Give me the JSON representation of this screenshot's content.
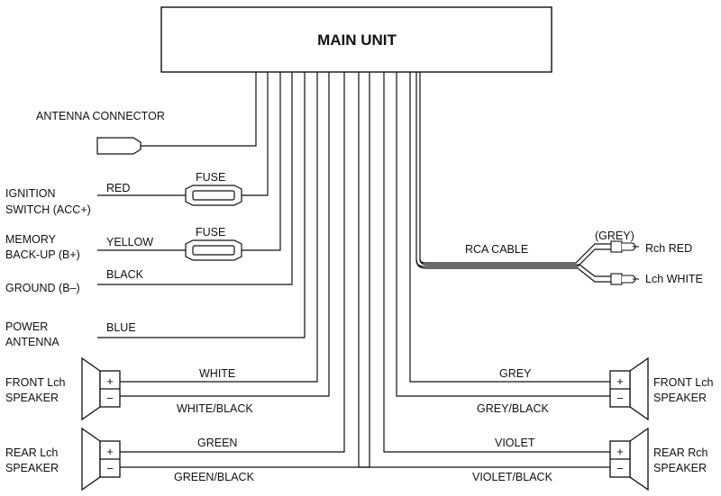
{
  "main_unit": {
    "title": "MAIN UNIT"
  },
  "left": {
    "antenna_connector": "ANTENNA CONNECTOR",
    "ignition": {
      "line1": "IGNITION",
      "line2": "SWITCH (ACC+)",
      "wire": "RED",
      "fuse": "FUSE"
    },
    "memory": {
      "line1": "MEMORY",
      "line2": "BACK-UP (B+)",
      "wire": "YELLOW",
      "fuse": "FUSE"
    },
    "ground": {
      "label": "GROUND (B–)",
      "wire": "BLACK"
    },
    "power_antenna": {
      "line1": "POWER",
      "line2": "ANTENNA",
      "wire": "BLUE"
    },
    "front_speaker": {
      "line1": "FRONT Lch",
      "line2": "SPEAKER",
      "wire_pos": "WHITE",
      "wire_neg": "WHITE/BLACK"
    },
    "rear_speaker": {
      "line1": "REAR Lch",
      "line2": "SPEAKER",
      "wire_pos": "GREEN",
      "wire_neg": "GREEN/BLACK"
    }
  },
  "right": {
    "rca": {
      "cable": "RCA CABLE",
      "grey": "(GREY)",
      "rch": "Rch RED",
      "lch": "Lch WHITE"
    },
    "front_speaker": {
      "line1": "FRONT Lch",
      "line2": "SPEAKER",
      "wire_pos": "GREY",
      "wire_neg": "GREY/BLACK"
    },
    "rear_speaker": {
      "line1": "REAR Rch",
      "line2": "SPEAKER",
      "wire_pos": "VIOLET",
      "wire_neg": "VIOLET/BLACK"
    }
  },
  "symbols": {
    "plus": "+",
    "minus": "−"
  },
  "colors": {
    "line": "#111111",
    "background": "#ffffff"
  }
}
